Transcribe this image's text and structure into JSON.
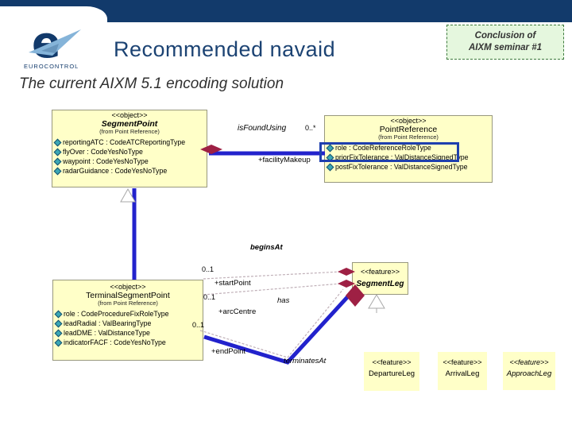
{
  "header": {
    "logo_text": "EUROCONTROL",
    "title": "Recommended navaid",
    "note_line1": "Conclusion of",
    "note_line2": "AIXM seminar #1",
    "subtitle": "The current AIXM 5.1 encoding solution"
  },
  "colors": {
    "header_navy": "#123a6b",
    "class_box_fill": "#ffffc8",
    "association_blue": "#2222cc",
    "diamond_red": "#9e2044",
    "note_green": "#e5f7de",
    "highlight_blue": "#1e3fae"
  },
  "diagram": {
    "segment_point": {
      "stereotype": "<<object>>",
      "name": "SegmentPoint",
      "origin": "(from Point Reference)",
      "attributes": [
        "reportingATC : CodeATCReportingType",
        "flyOver : CodeYesNoType",
        "waypoint : CodeYesNoType",
        "radarGuidance : CodeYesNoType"
      ]
    },
    "point_reference": {
      "stereotype": "<<object>>",
      "name": "PointReference",
      "origin": "(from Point Reference)",
      "attributes": [
        "role : CodeReferenceRoleType",
        "priorFixTolerance : ValDistanceSignedType",
        "postFixTolerance : ValDistanceSignedType"
      ],
      "highlighted_attribute": "role : CodeReferenceRoleType"
    },
    "terminal_segment_point": {
      "stereotype": "<<object>>",
      "name": "TerminalSegmentPoint",
      "origin": "(from Point Reference)",
      "attributes": [
        "role : CodeProcedureFixRoleType",
        "leadRadial : ValBearingType",
        "leadDME : ValDistanceType",
        "indicatorFACF : CodeYesNoType"
      ]
    },
    "segment_leg": {
      "stereotype": "<<feature>>",
      "name": "SegmentLeg"
    },
    "departure_leg": {
      "stereotype": "<<feature>>",
      "name": "DepartureLeg"
    },
    "arrival_leg": {
      "stereotype": "<<feature>>",
      "name": "ArrivalLeg"
    },
    "approach_leg": {
      "stereotype": "<<feature>>",
      "name": "ApproachLeg"
    },
    "labels": {
      "is_found_using": "isFoundUsing",
      "facility_makeup": "+facilityMakeup",
      "mult_star": "0..*",
      "begins_at": "beginsAt",
      "start_point": "+startPoint",
      "has": "has",
      "arc_centre": "+arcCentre",
      "terminates_at": "terminatesAt",
      "end_point": "+endPoint",
      "mult_01_a": "0..1",
      "mult_01_b": "0..1",
      "mult_01_c": "0..1"
    }
  }
}
